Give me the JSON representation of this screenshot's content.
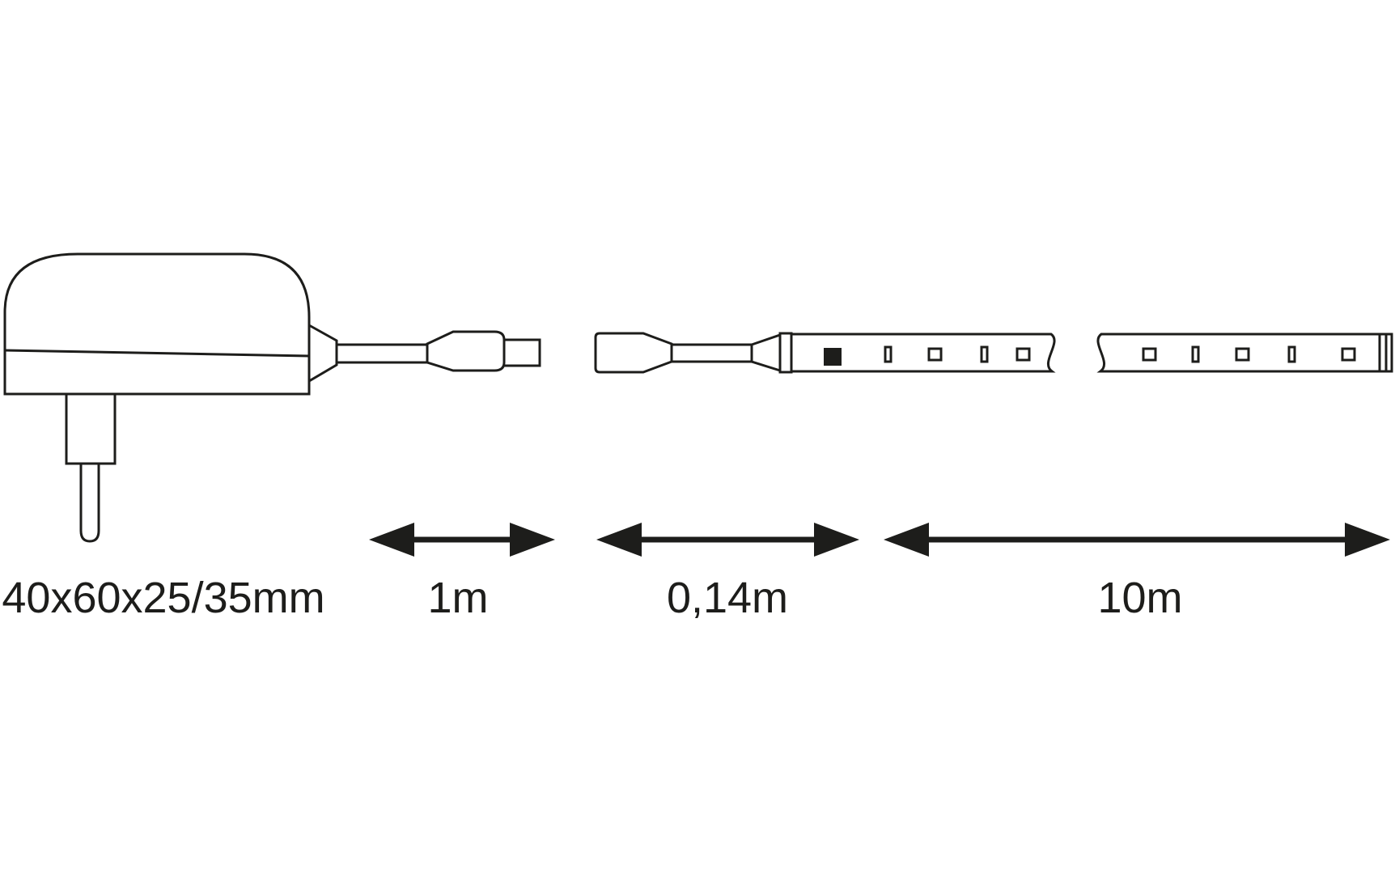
{
  "diagram": {
    "type": "product-dimension-diagram",
    "labels": {
      "adapter_size": "40x60x25/35mm",
      "cable_length": "1m",
      "connector_length": "0,14m",
      "strip_length": "10m"
    },
    "colors": {
      "line": "#1d1d1b",
      "background": "#ffffff",
      "led_fill": "#1d1d1b"
    }
  }
}
